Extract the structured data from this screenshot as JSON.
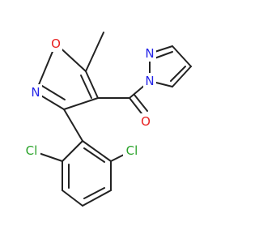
{
  "colors": {
    "bond": "#222222",
    "nitrogen": "#2424e8",
    "oxygen": "#e82020",
    "chlorine": "#2aa32a"
  },
  "atoms": {
    "o_ring": "O",
    "n_ring": "N",
    "o_carbonyl": "O",
    "n_pyrazole_1": "N",
    "n_pyrazole_2": "N",
    "cl_left": "Cl",
    "cl_right": "Cl"
  }
}
